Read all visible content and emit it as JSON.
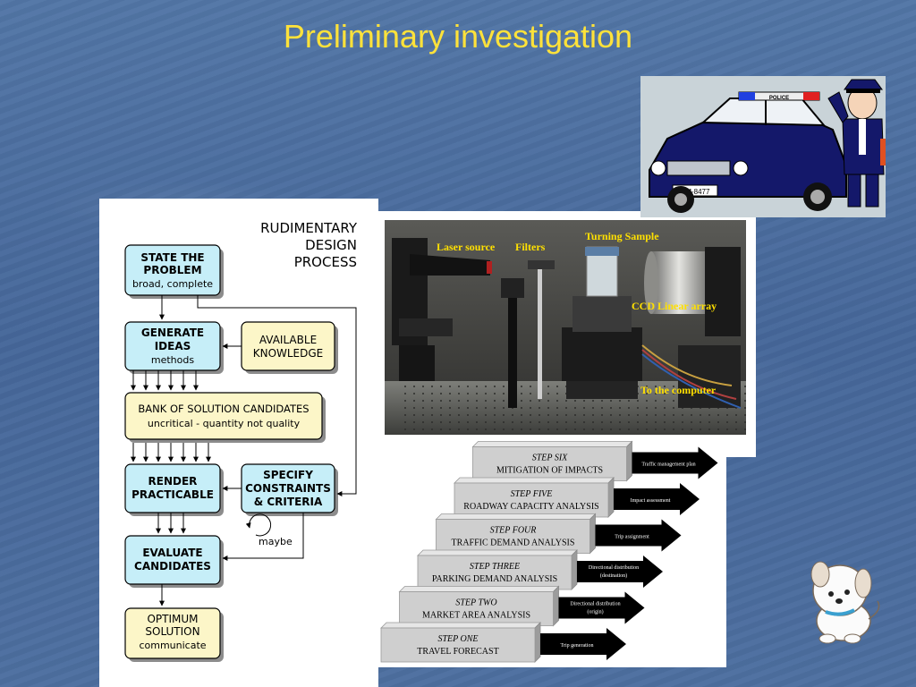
{
  "slide": {
    "title": "Preliminary investigation",
    "colors": {
      "title": "#ffe23a",
      "background": "#4a6a98",
      "box_blue": "#c6eef8",
      "box_yellow": "#fcf6c8"
    }
  },
  "flowchart": {
    "heading": [
      "RUDIMENTARY",
      "DESIGN",
      "PROCESS"
    ],
    "boxes": {
      "state_problem": {
        "lines": [
          "STATE THE",
          "PROBLEM"
        ],
        "sub": "broad, complete"
      },
      "generate_ideas": {
        "lines": [
          "GENERATE",
          "IDEAS"
        ],
        "sub": "methods"
      },
      "available_knowledge": {
        "lines": [
          "AVAILABLE",
          "KNOWLEDGE"
        ]
      },
      "bank": {
        "lines": [
          "BANK OF SOLUTION CANDIDATES"
        ],
        "sub": "uncritical - quantity not quality"
      },
      "render": {
        "lines": [
          "RENDER",
          "PRACTICABLE"
        ]
      },
      "specify": {
        "lines": [
          "SPECIFY",
          "CONSTRAINTS",
          "& CRITERIA"
        ]
      },
      "evaluate": {
        "lines": [
          "EVALUATE",
          "CANDIDATES"
        ]
      },
      "optimum": {
        "lines": [
          "OPTIMUM",
          "SOLUTION"
        ],
        "sub": "communicate"
      }
    },
    "maybe_label": "maybe"
  },
  "photo": {
    "labels": {
      "laser": "Laser source",
      "filters": "Filters",
      "turning": "Turning Sample",
      "ccd": "CCD Linear array",
      "computer": "To the computer"
    }
  },
  "steps": [
    {
      "step": "STEP ONE",
      "name": "TRAVEL FORECAST",
      "arrow": [
        "Trip generation"
      ]
    },
    {
      "step": "STEP TWO",
      "name": "MARKET AREA ANALYSIS",
      "arrow": [
        "Directional distribution",
        "(origin)"
      ]
    },
    {
      "step": "STEP THREE",
      "name": "PARKING DEMAND ANALYSIS",
      "arrow": [
        "Directional distribution",
        "(destination)"
      ]
    },
    {
      "step": "STEP FOUR",
      "name": "TRAFFIC DEMAND ANALYSIS",
      "arrow": [
        "Trip assignment"
      ]
    },
    {
      "step": "STEP FIVE",
      "name": "ROADWAY CAPACITY ANALYSIS",
      "arrow": [
        "Impact assessment"
      ]
    },
    {
      "step": "STEP SIX",
      "name": "MITIGATION OF IMPACTS",
      "arrow": [
        "Traffic management plan"
      ]
    }
  ],
  "clipart": {
    "police_light": "POLICE",
    "plate": "DM-8477"
  }
}
